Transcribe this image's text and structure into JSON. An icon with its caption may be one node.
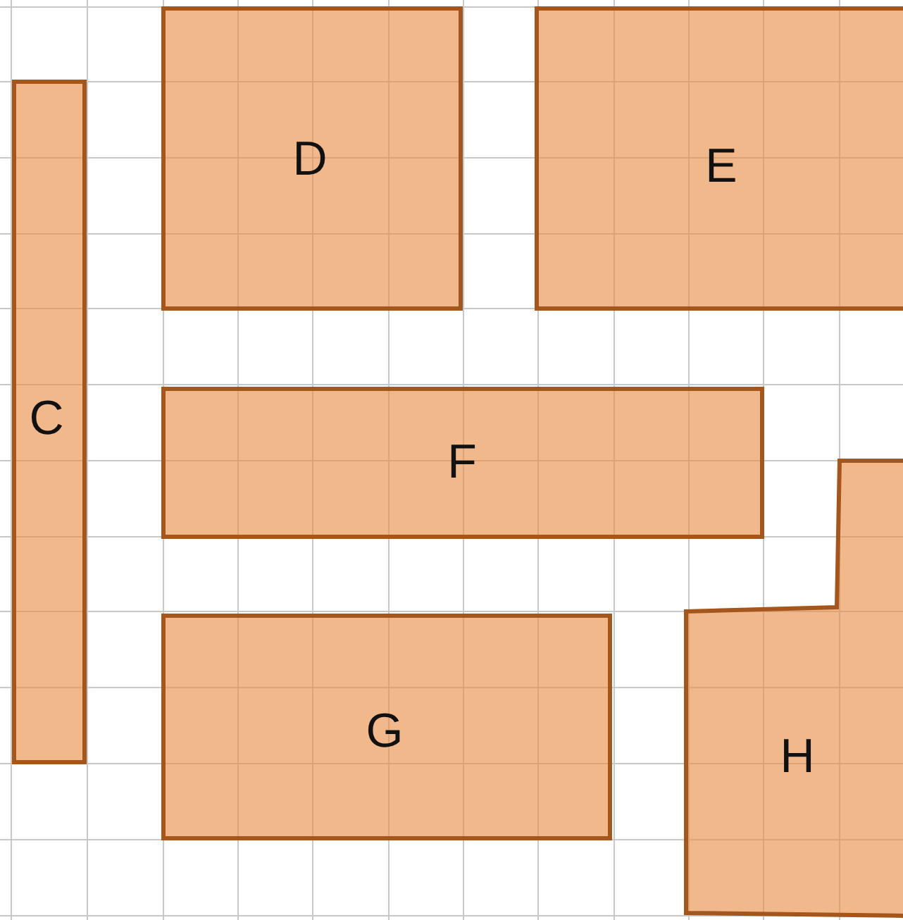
{
  "diagram": {
    "nodes": [
      {
        "text": [
          "C"
        ]
      },
      {
        "text": [
          "D"
        ]
      },
      {
        "text": [
          "E"
        ]
      },
      {
        "text": [
          "F"
        ]
      },
      {
        "text": [
          "G"
        ]
      },
      {
        "text": [
          "H"
        ]
      }
    ]
  }
}
